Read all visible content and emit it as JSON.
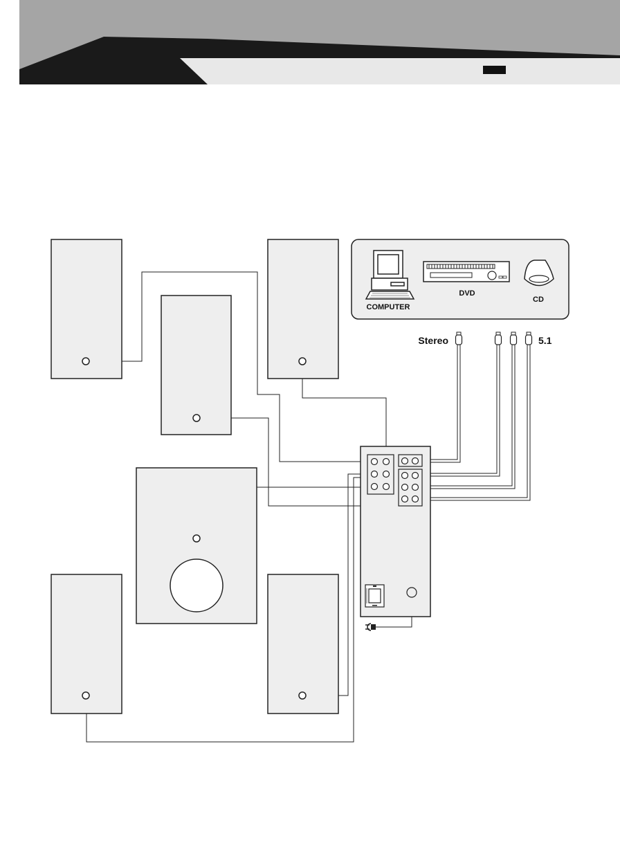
{
  "labels": {
    "computer": "COMPUTER",
    "dvd": "DVD",
    "cd": "CD",
    "stereo": "Stereo",
    "surround": "5.1"
  },
  "colors": {
    "header_dark": "#1a1a1a",
    "header_mid": "#a5a5a5",
    "header_light": "#e8e8e8",
    "panel_fill": "#eeeeee",
    "line": "#222222"
  },
  "icons": {
    "computer": "computer-icon",
    "dvd": "dvd-player-icon",
    "cd": "cd-player-icon",
    "rca_plug": "rca-plug-icon",
    "power_plug": "power-plug-icon",
    "power_switch": "power-switch-icon"
  }
}
